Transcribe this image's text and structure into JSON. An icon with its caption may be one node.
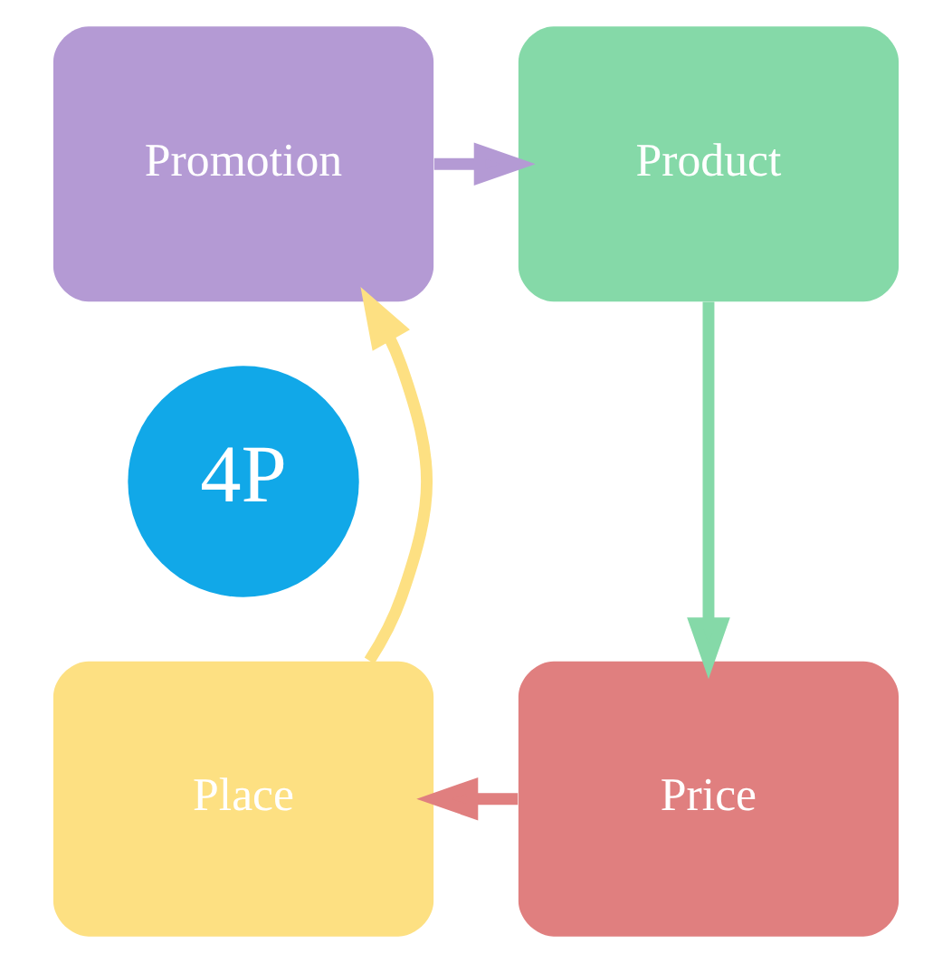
{
  "diagram": {
    "nodes": [
      {
        "text": [
          "Promotion"
        ]
      },
      {
        "text": [
          "Product"
        ]
      },
      {
        "text": [
          "4P"
        ]
      },
      {
        "text": [
          "Place"
        ]
      },
      {
        "text": [
          "Price"
        ]
      }
    ],
    "edges": [
      {
        "from": 0,
        "to": 1,
        "arrow": "to",
        "color": "#b49ad4"
      },
      {
        "from": 1,
        "to": 4,
        "arrow": "to",
        "color": "#85d9a8"
      },
      {
        "from": 4,
        "to": 3,
        "arrow": "to",
        "color": "#e07f7f"
      },
      {
        "from": 3,
        "to": 0,
        "arrow": "to",
        "color": "#fde082"
      }
    ]
  }
}
